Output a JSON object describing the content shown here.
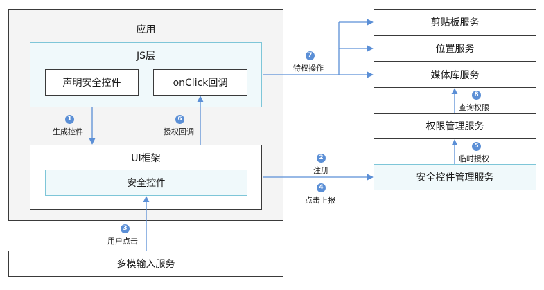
{
  "app": {
    "title": "应用"
  },
  "js_layer": {
    "title": "JS层",
    "declare": "声明安全控件",
    "onclick": "onClick回调"
  },
  "ui_framework": {
    "title": "UI框架",
    "control": "安全控件"
  },
  "input_service": "多模输入服务",
  "right": {
    "clipboard": "剪贴板服务",
    "location": "位置服务",
    "media": "媒体库服务",
    "permission": "权限管理服务",
    "sec_control_mgr": "安全控件管理服务"
  },
  "steps": [
    {
      "num": "1",
      "text": "生成控件"
    },
    {
      "num": "2",
      "text": "注册"
    },
    {
      "num": "3",
      "text": "用户点击"
    },
    {
      "num": "4",
      "text": "点击上报"
    },
    {
      "num": "5",
      "text": "临时授权"
    },
    {
      "num": "6",
      "text": "授权回调"
    },
    {
      "num": "7",
      "text": "特权操作"
    },
    {
      "num": "8",
      "text": "查询权限"
    }
  ],
  "colors": {
    "arrow": "#5b8fd6",
    "badge": "#5b8fd6",
    "panel_tint": "#f0f9fb",
    "panel_border": "#7ec6d8",
    "outer_bg": "#f4f4f4"
  }
}
